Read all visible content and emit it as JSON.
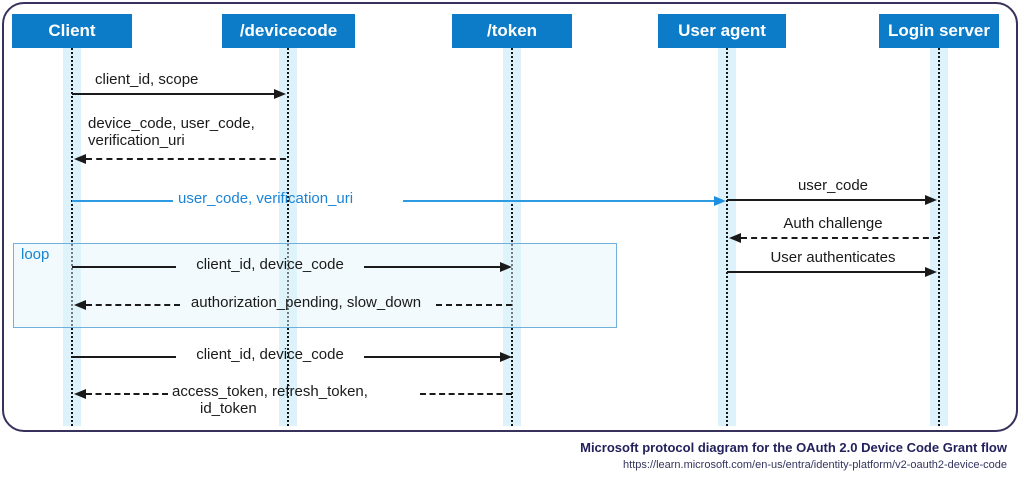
{
  "colors": {
    "actor_fill": "#0c7bc8",
    "actor_text": "#ffffff",
    "lifeline_band": "#ddf2fa",
    "frame_border": "#37325c",
    "loop_border": "#6fb0dd",
    "blue_message": "#1b84d6",
    "message_line": "#1a1a1a",
    "caption_text": "#23215c"
  },
  "actors": [
    {
      "label": "Client"
    },
    {
      "label": "/devicecode"
    },
    {
      "label": "/token"
    },
    {
      "label": "User agent"
    },
    {
      "label": "Login server"
    }
  ],
  "loop": {
    "label": "loop"
  },
  "messages": [
    {
      "label": "client_id, scope",
      "from": "Client",
      "to": "/devicecode",
      "line": "solid"
    },
    {
      "label_lines": [
        "device_code, user_code,",
        "verification_uri"
      ],
      "from": "/devicecode",
      "to": "Client",
      "line": "dashed"
    },
    {
      "label": "user_code, verification_uri",
      "from": "Client",
      "to": "User agent",
      "line": "solid-blue"
    },
    {
      "label": "user_code",
      "from": "User agent",
      "to": "Login server",
      "line": "solid"
    },
    {
      "label": "Auth challenge",
      "from": "Login server",
      "to": "User agent",
      "line": "dashed"
    },
    {
      "label": "User authenticates",
      "from": "User agent",
      "to": "Login server",
      "line": "solid"
    },
    {
      "label": "client_id, device_code",
      "from": "Client",
      "to": "/token",
      "line": "solid",
      "in_loop": true
    },
    {
      "label": "authorization_pending, slow_down",
      "from": "/token",
      "to": "Client",
      "line": "dashed",
      "in_loop": true
    },
    {
      "label": "client_id, device_code",
      "from": "Client",
      "to": "/token",
      "line": "solid"
    },
    {
      "label_lines": [
        "access_token, refresh_token,",
        "id_token"
      ],
      "from": "/token",
      "to": "Client",
      "line": "dashed"
    }
  ],
  "caption": {
    "title": "Microsoft protocol diagram for the OAuth 2.0 Device Code Grant flow",
    "url": "https://learn.microsoft.com/en-us/entra/identity-platform/v2-oauth2-device-code"
  }
}
